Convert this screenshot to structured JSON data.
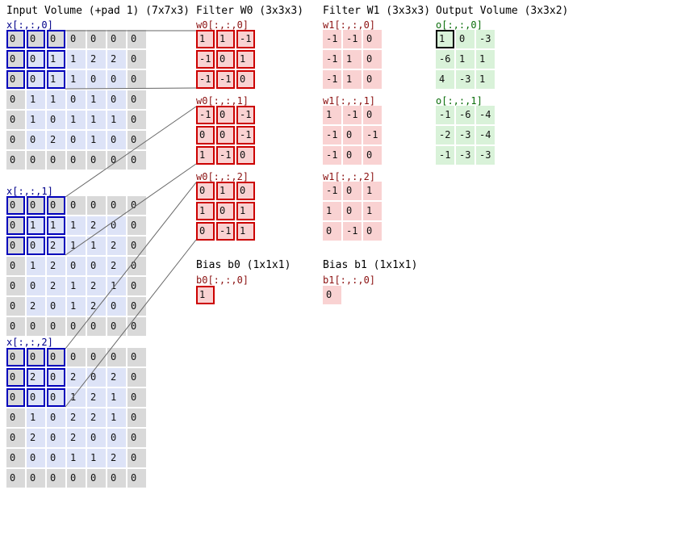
{
  "titles": {
    "input": "Input Volume (+pad 1) (7x7x3)",
    "filter_w0": "Filter W0 (3x3x3)",
    "filter_w1": "Filter W1 (3x3x3)",
    "output": "Output Volume (3x3x2)",
    "bias_b0": "Bias b0 (1x1x1)",
    "bias_b1": "Bias b1 (1x1x1)"
  },
  "input": {
    "slices": [
      {
        "label": "x[:,:,0]",
        "values": [
          [
            0,
            0,
            0,
            0,
            0,
            0,
            0
          ],
          [
            0,
            0,
            1,
            1,
            2,
            2,
            0
          ],
          [
            0,
            0,
            1,
            1,
            0,
            0,
            0
          ],
          [
            0,
            1,
            1,
            0,
            1,
            0,
            0
          ],
          [
            0,
            1,
            0,
            1,
            1,
            1,
            0
          ],
          [
            0,
            0,
            2,
            0,
            1,
            0,
            0
          ],
          [
            0,
            0,
            0,
            0,
            0,
            0,
            0
          ]
        ],
        "highlight_window": {
          "row": 0,
          "col": 0,
          "height": 3,
          "width": 3
        }
      },
      {
        "label": "x[:,:,1]",
        "values": [
          [
            0,
            0,
            0,
            0,
            0,
            0,
            0
          ],
          [
            0,
            1,
            1,
            1,
            2,
            0,
            0
          ],
          [
            0,
            0,
            2,
            1,
            1,
            2,
            0
          ],
          [
            0,
            1,
            2,
            0,
            0,
            2,
            0
          ],
          [
            0,
            0,
            2,
            1,
            2,
            1,
            0
          ],
          [
            0,
            2,
            0,
            1,
            2,
            0,
            0
          ],
          [
            0,
            0,
            0,
            0,
            0,
            0,
            0
          ]
        ],
        "highlight_window": {
          "row": 0,
          "col": 0,
          "height": 3,
          "width": 3
        }
      },
      {
        "label": "x[:,:,2]",
        "values": [
          [
            0,
            0,
            0,
            0,
            0,
            0,
            0
          ],
          [
            0,
            2,
            0,
            2,
            0,
            2,
            0
          ],
          [
            0,
            0,
            0,
            1,
            2,
            1,
            0
          ],
          [
            0,
            1,
            0,
            2,
            2,
            1,
            0
          ],
          [
            0,
            2,
            0,
            2,
            0,
            0,
            0
          ],
          [
            0,
            0,
            0,
            1,
            1,
            2,
            0
          ],
          [
            0,
            0,
            0,
            0,
            0,
            0,
            0
          ]
        ],
        "highlight_window": {
          "row": 0,
          "col": 0,
          "height": 3,
          "width": 3
        }
      }
    ]
  },
  "filter_w0": {
    "slices": [
      {
        "label": "w0[:,:,0]",
        "values": [
          [
            1,
            1,
            -1
          ],
          [
            -1,
            0,
            1
          ],
          [
            -1,
            -1,
            0
          ]
        ]
      },
      {
        "label": "w0[:,:,1]",
        "values": [
          [
            -1,
            0,
            -1
          ],
          [
            0,
            0,
            -1
          ],
          [
            1,
            -1,
            0
          ]
        ]
      },
      {
        "label": "w0[:,:,2]",
        "values": [
          [
            0,
            1,
            0
          ],
          [
            1,
            0,
            1
          ],
          [
            0,
            -1,
            1
          ]
        ]
      }
    ],
    "bias": {
      "label": "b0[:,:,0]",
      "values": [
        [
          1
        ]
      ]
    }
  },
  "filter_w1": {
    "slices": [
      {
        "label": "w1[:,:,0]",
        "values": [
          [
            -1,
            -1,
            0
          ],
          [
            -1,
            1,
            0
          ],
          [
            -1,
            1,
            0
          ]
        ]
      },
      {
        "label": "w1[:,:,1]",
        "values": [
          [
            1,
            -1,
            0
          ],
          [
            -1,
            0,
            -1
          ],
          [
            -1,
            0,
            0
          ]
        ]
      },
      {
        "label": "w1[:,:,2]",
        "values": [
          [
            -1,
            0,
            1
          ],
          [
            1,
            0,
            1
          ],
          [
            0,
            -1,
            0
          ]
        ]
      }
    ],
    "bias": {
      "label": "b1[:,:,0]",
      "values": [
        [
          0
        ]
      ]
    }
  },
  "output": {
    "slices": [
      {
        "label": "o[:,:,0]",
        "values": [
          [
            1,
            0,
            -3
          ],
          [
            -6,
            1,
            1
          ],
          [
            4,
            -3,
            1
          ]
        ],
        "highlight_cell": [
          0,
          0
        ]
      },
      {
        "label": "o[:,:,1]",
        "values": [
          [
            -1,
            -6,
            -4
          ],
          [
            -2,
            -3,
            -4
          ],
          [
            -1,
            -3,
            -3
          ]
        ]
      }
    ]
  },
  "colors": {
    "input_cell": "#dde3f7",
    "pad_cell": "#d9d9d9",
    "input_highlight": "#0000bb",
    "filter_cell": "#f9d2d2",
    "filter_highlight": "#cc0000",
    "output_cell": "#d9f2d9",
    "output_highlight": "#000000",
    "input_label": "#00008b",
    "filter_label": "#8b1010",
    "output_label": "#0b6e0b"
  }
}
